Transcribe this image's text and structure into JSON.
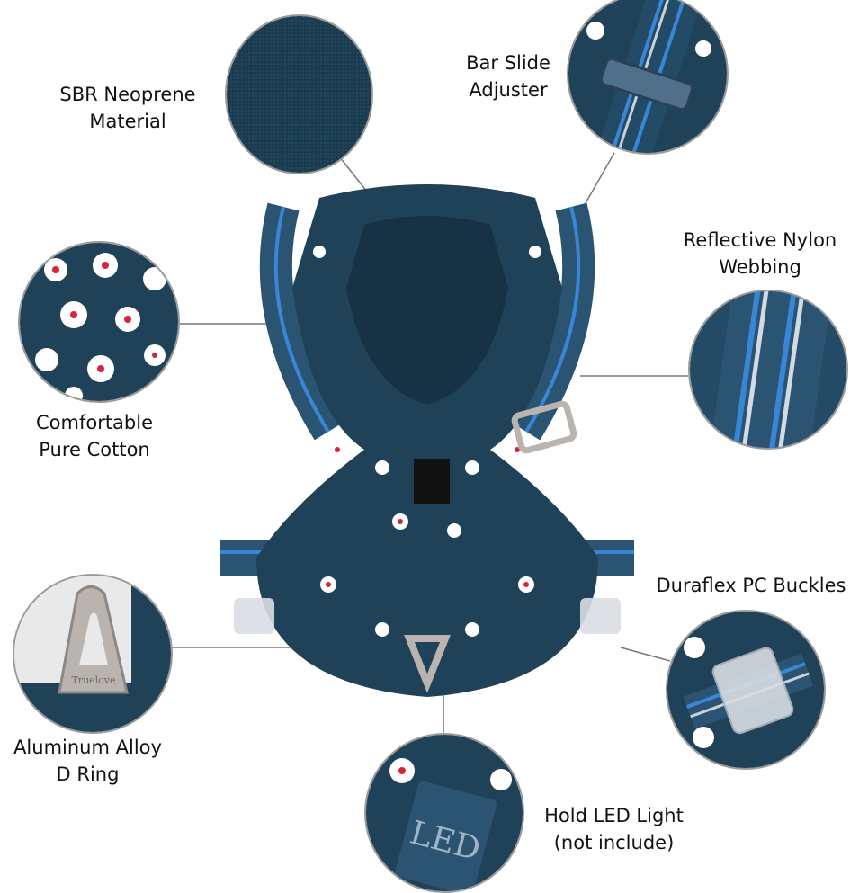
{
  "product": {
    "colors": {
      "navy": "#1f4258",
      "dark_navy": "#163246",
      "flower_white": "#ffffff",
      "flower_red": "#d8233a",
      "reflective_blue": "#3a86d6",
      "reflective_silver": "#c9d2da",
      "buckle_clear": "#d9dee3",
      "metal": "#b9b4b0"
    }
  },
  "callouts": {
    "neoprene": {
      "line1": "SBR Neoprene",
      "line2": "Material"
    },
    "adjuster": {
      "line1": "Bar Slide",
      "line2": "Adjuster"
    },
    "nylon": {
      "line1": "Reflective Nylon",
      "line2": "Webbing"
    },
    "cotton": {
      "line1": "Comfortable",
      "line2": "Pure Cotton"
    },
    "buckles": {
      "line1": "Duraflex PC Buckles"
    },
    "dring": {
      "line1": "Aluminum Alloy",
      "line2": "D Ring"
    },
    "led": {
      "line1": "Hold LED Light",
      "line2": "(not include)"
    }
  },
  "brand": {
    "logo_text": "Truelove",
    "led_tab_text": "LED"
  }
}
